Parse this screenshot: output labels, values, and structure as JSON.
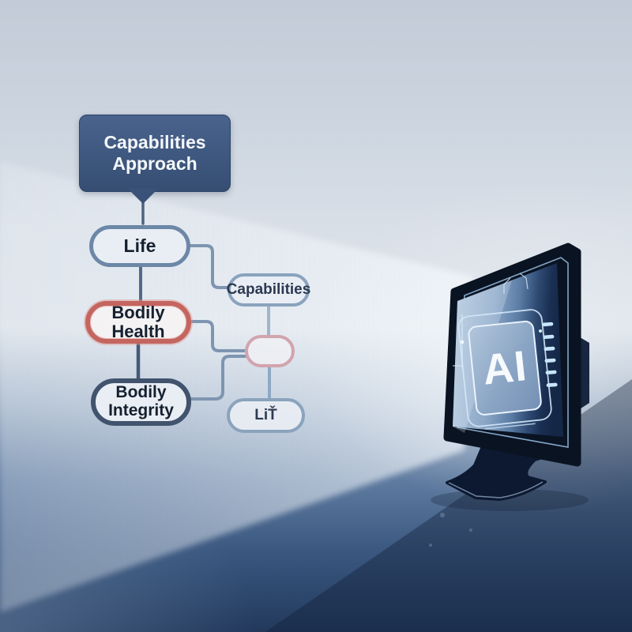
{
  "figure": {
    "root_label": "Capabilities Approach",
    "nodes": {
      "life": "Life",
      "bodily_health": "Bodily Health",
      "bodily_integrity": "Bodily Integrity",
      "capabilities": "Capabilities",
      "small": "",
      "lit": "LiŤ"
    }
  },
  "monitor": {
    "chip_label": "AI",
    "led_bars": 6
  },
  "colors": {
    "root_box": "#3d5779",
    "node_border_blue": "#6d87a7",
    "node_border_dark": "#41536d",
    "node_border_red": "#c4655f",
    "node_border_pink": "#d2a4ae",
    "node_border_light": "#8aa3be",
    "node_fill": "#e9eef4",
    "connector": "#7e95b1",
    "monitor_body": "#0a1322",
    "screen_chip": "#8aa5c4",
    "led": "#c8e6fb",
    "beam": "#eef3f8",
    "background_top": "#c2cbd7",
    "background_bottom": "#22395c"
  }
}
